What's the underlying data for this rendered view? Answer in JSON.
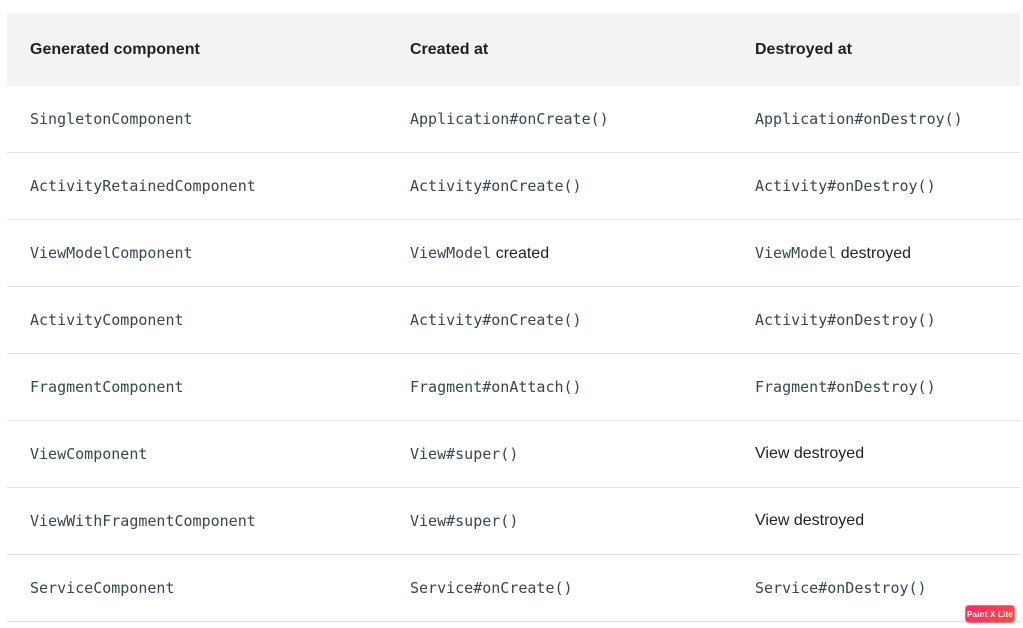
{
  "colors": {
    "header_bg": "#f1f3f4",
    "header_text": "#202124",
    "code_text": "#37474f",
    "plain_text": "#202124",
    "row_border": "#e0e2e5",
    "watermark_gradient_start": "#ff2a68",
    "watermark_gradient_end": "#fb4f43"
  },
  "table": {
    "headers": [
      "Generated component",
      "Created at",
      "Destroyed at"
    ],
    "rows": [
      {
        "component": [
          {
            "text": "SingletonComponent",
            "code": true
          }
        ],
        "created": [
          {
            "text": "Application#onCreate()",
            "code": true
          }
        ],
        "destroyed": [
          {
            "text": "Application#onDestroy()",
            "code": true
          }
        ]
      },
      {
        "component": [
          {
            "text": "ActivityRetainedComponent",
            "code": true
          }
        ],
        "created": [
          {
            "text": "Activity#onCreate()",
            "code": true
          }
        ],
        "destroyed": [
          {
            "text": "Activity#onDestroy()",
            "code": true
          }
        ]
      },
      {
        "component": [
          {
            "text": "ViewModelComponent",
            "code": true
          }
        ],
        "created": [
          {
            "text": "ViewModel",
            "code": true
          },
          {
            "text": " created",
            "code": false
          }
        ],
        "destroyed": [
          {
            "text": "ViewModel",
            "code": true
          },
          {
            "text": " destroyed",
            "code": false
          }
        ]
      },
      {
        "component": [
          {
            "text": "ActivityComponent",
            "code": true
          }
        ],
        "created": [
          {
            "text": "Activity#onCreate()",
            "code": true
          }
        ],
        "destroyed": [
          {
            "text": "Activity#onDestroy()",
            "code": true
          }
        ]
      },
      {
        "component": [
          {
            "text": "FragmentComponent",
            "code": true
          }
        ],
        "created": [
          {
            "text": "Fragment#onAttach()",
            "code": true
          }
        ],
        "destroyed": [
          {
            "text": "Fragment#onDestroy()",
            "code": true
          }
        ]
      },
      {
        "component": [
          {
            "text": "ViewComponent",
            "code": true
          }
        ],
        "created": [
          {
            "text": "View#super()",
            "code": true
          }
        ],
        "destroyed": [
          {
            "text": "View destroyed",
            "code": false
          }
        ]
      },
      {
        "component": [
          {
            "text": "ViewWithFragmentComponent",
            "code": true
          }
        ],
        "created": [
          {
            "text": "View#super()",
            "code": true
          }
        ],
        "destroyed": [
          {
            "text": "View destroyed",
            "code": false
          }
        ]
      },
      {
        "component": [
          {
            "text": "ServiceComponent",
            "code": true
          }
        ],
        "created": [
          {
            "text": "Service#onCreate()",
            "code": true
          }
        ],
        "destroyed": [
          {
            "text": "Service#onDestroy()",
            "code": true
          }
        ]
      }
    ]
  },
  "watermark": {
    "label": "Paint X Lite"
  }
}
